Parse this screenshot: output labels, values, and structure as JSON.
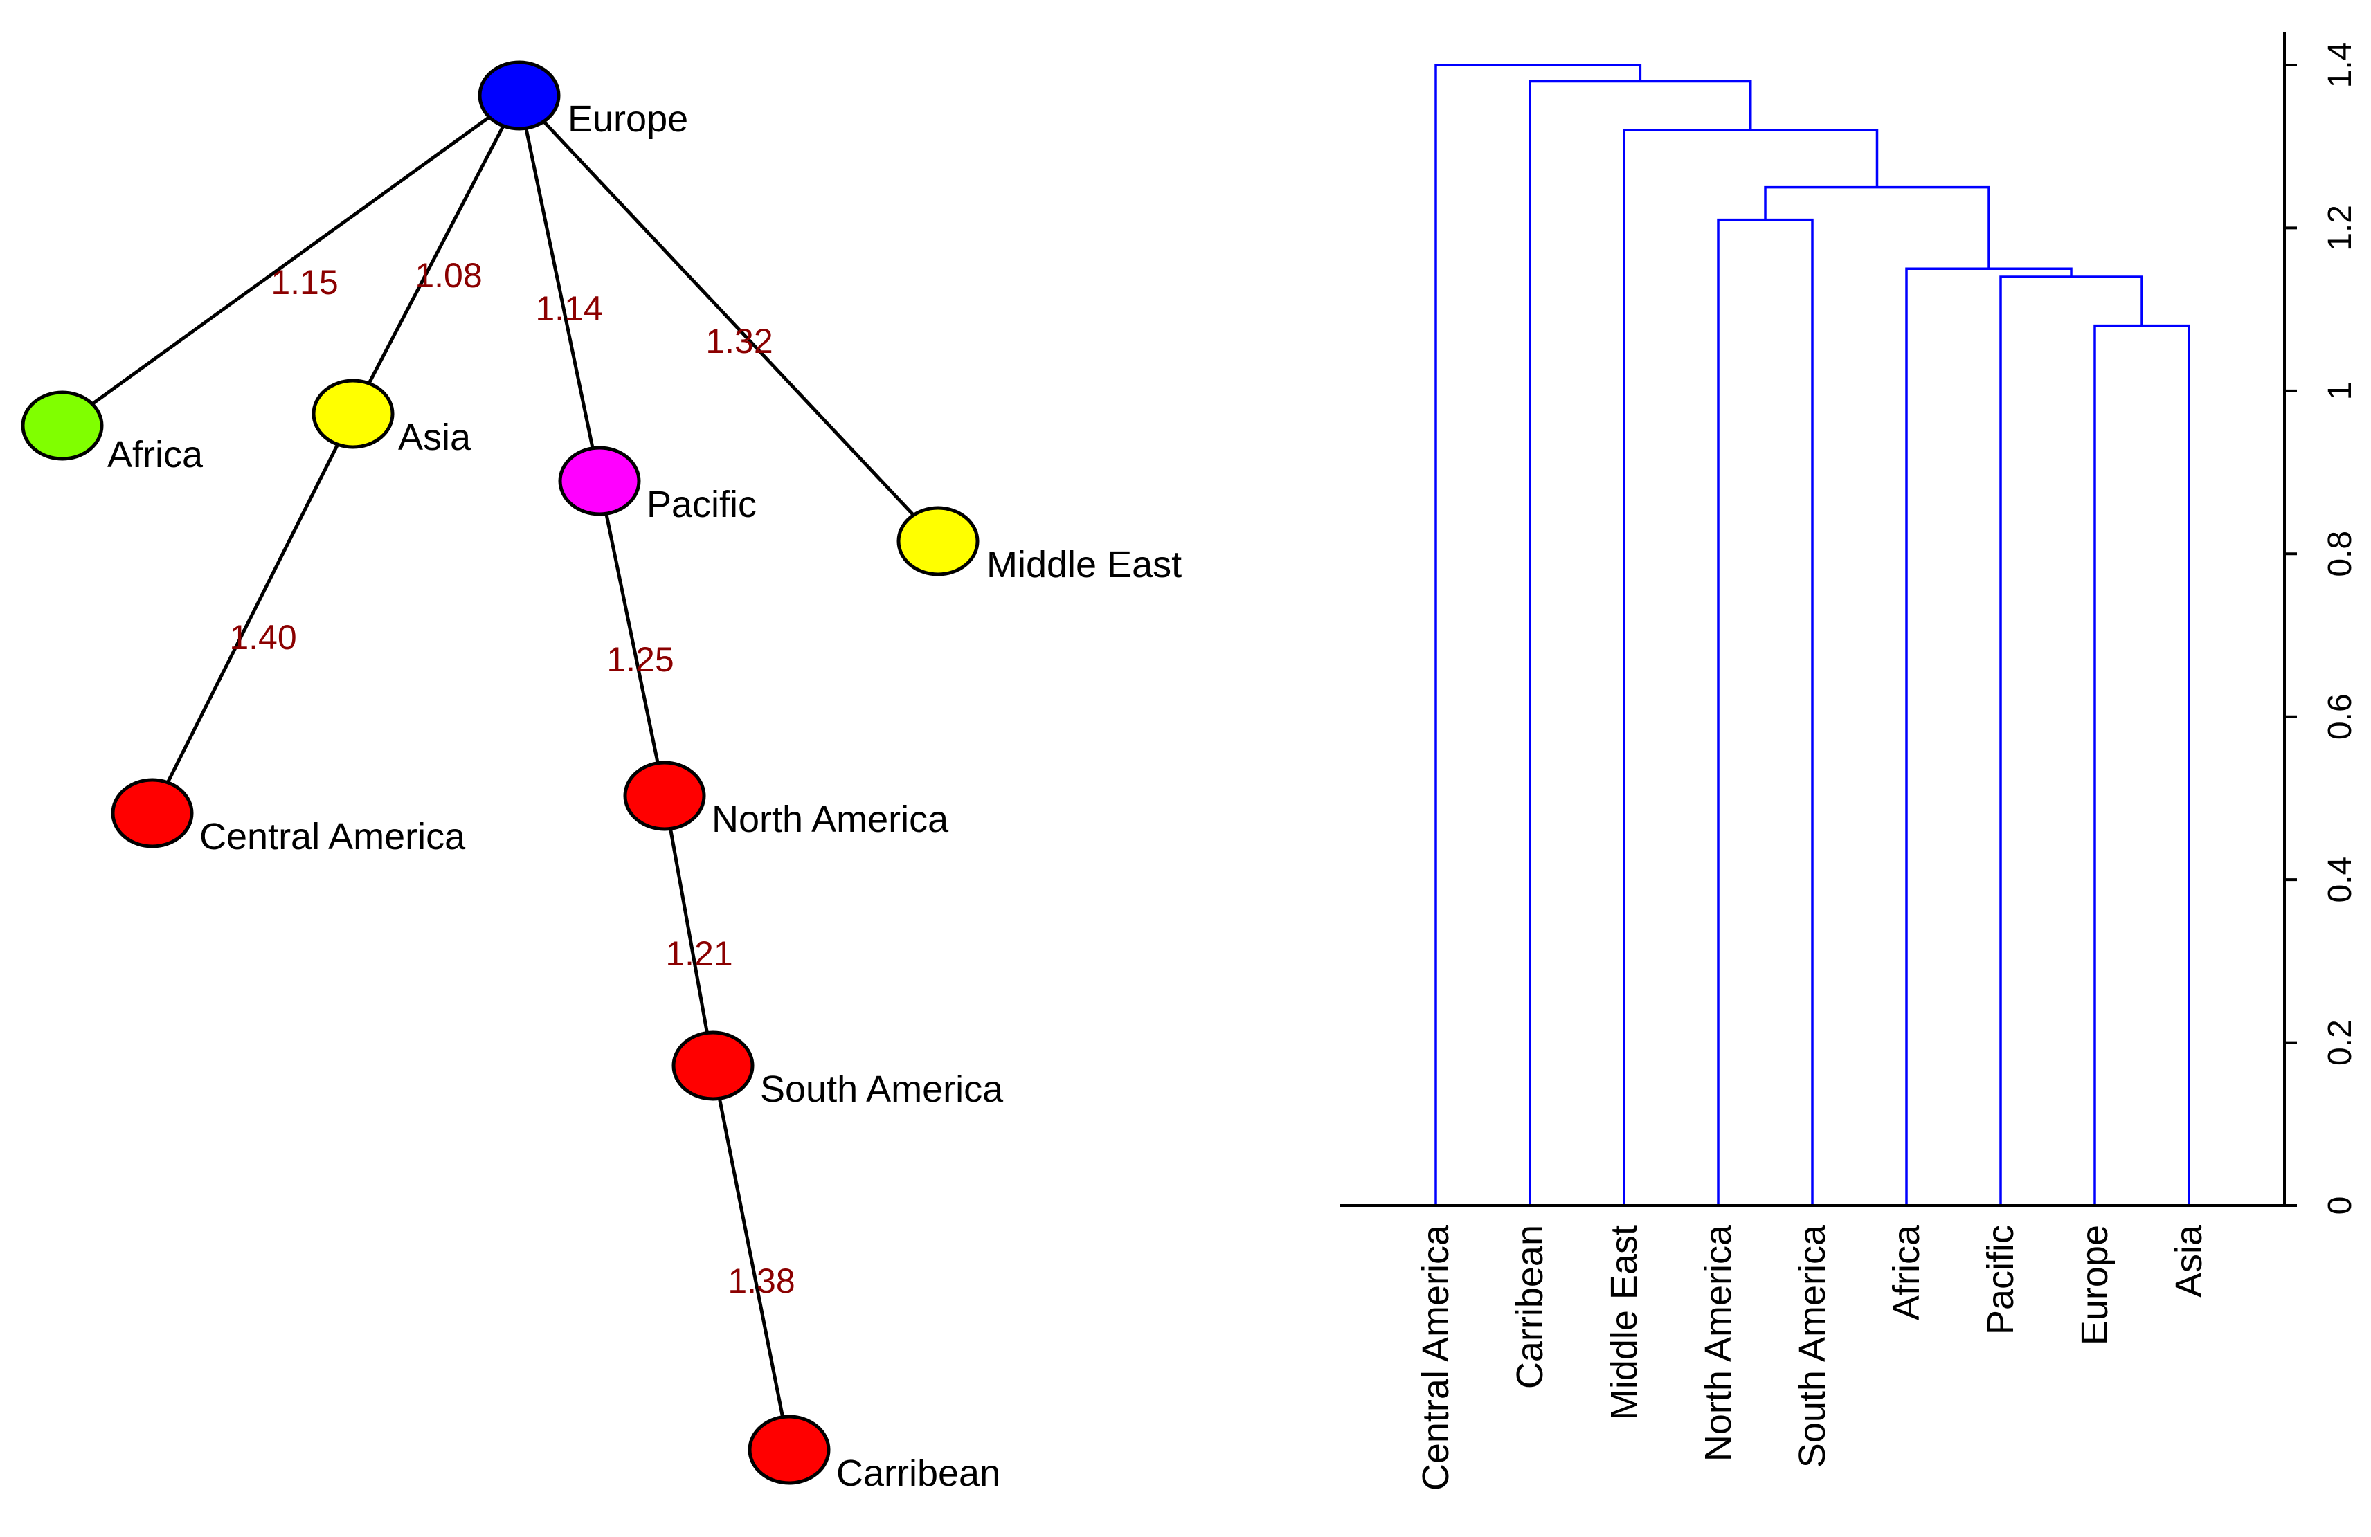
{
  "colors": {
    "edge_label": "#8b0000",
    "edge": "#000000",
    "dendrogram_line": "#0000ff",
    "axis": "#000000"
  },
  "tree": {
    "nodes": [
      {
        "id": "europe",
        "label": "Europe",
        "color": "#0000ff"
      },
      {
        "id": "africa",
        "label": "Africa",
        "color": "#80ff00"
      },
      {
        "id": "asia",
        "label": "Asia",
        "color": "#ffff00"
      },
      {
        "id": "pacific",
        "label": "Pacific",
        "color": "#ff00ff"
      },
      {
        "id": "middle-east",
        "label": "Middle East",
        "color": "#ffff00"
      },
      {
        "id": "central-america",
        "label": "Central America",
        "color": "#ff0000"
      },
      {
        "id": "north-america",
        "label": "North America",
        "color": "#ff0000"
      },
      {
        "id": "south-america",
        "label": "South America",
        "color": "#ff0000"
      },
      {
        "id": "carribean",
        "label": "Carribean",
        "color": "#ff0000"
      }
    ],
    "edges": [
      {
        "from": "europe",
        "to": "africa",
        "label": "1.15"
      },
      {
        "from": "europe",
        "to": "asia",
        "label": "1.08"
      },
      {
        "from": "europe",
        "to": "pacific",
        "label": "1.14"
      },
      {
        "from": "europe",
        "to": "middle-east",
        "label": "1.32"
      },
      {
        "from": "asia",
        "to": "central-america",
        "label": "1.40"
      },
      {
        "from": "pacific",
        "to": "north-america",
        "label": "1.25"
      },
      {
        "from": "north-america",
        "to": "south-america",
        "label": "1.21"
      },
      {
        "from": "south-america",
        "to": "carribean",
        "label": "1.38"
      }
    ]
  },
  "chart_data": {
    "type": "dendrogram",
    "leaves": [
      "Central America",
      "Carribean",
      "Middle East",
      "North America",
      "South America",
      "Africa",
      "Pacific",
      "Europe",
      "Asia"
    ],
    "merges": [
      {
        "left": 7,
        "right": 8,
        "height": 1.08
      },
      {
        "left": 6,
        "right": 9,
        "height": 1.14
      },
      {
        "left": 5,
        "right": 10,
        "height": 1.15
      },
      {
        "left": 3,
        "right": 4,
        "height": 1.21
      },
      {
        "left": 12,
        "right": 11,
        "height": 1.25
      },
      {
        "left": 2,
        "right": 13,
        "height": 1.32
      },
      {
        "left": 1,
        "right": 14,
        "height": 1.38
      },
      {
        "left": 0,
        "right": 15,
        "height": 1.4
      }
    ],
    "yticks": [
      "0",
      "0.2",
      "0.4",
      "0.6",
      "0.8",
      "1",
      "1.2",
      "1.4"
    ],
    "ylim": [
      0,
      1.48
    ],
    "axis_side": "right"
  }
}
